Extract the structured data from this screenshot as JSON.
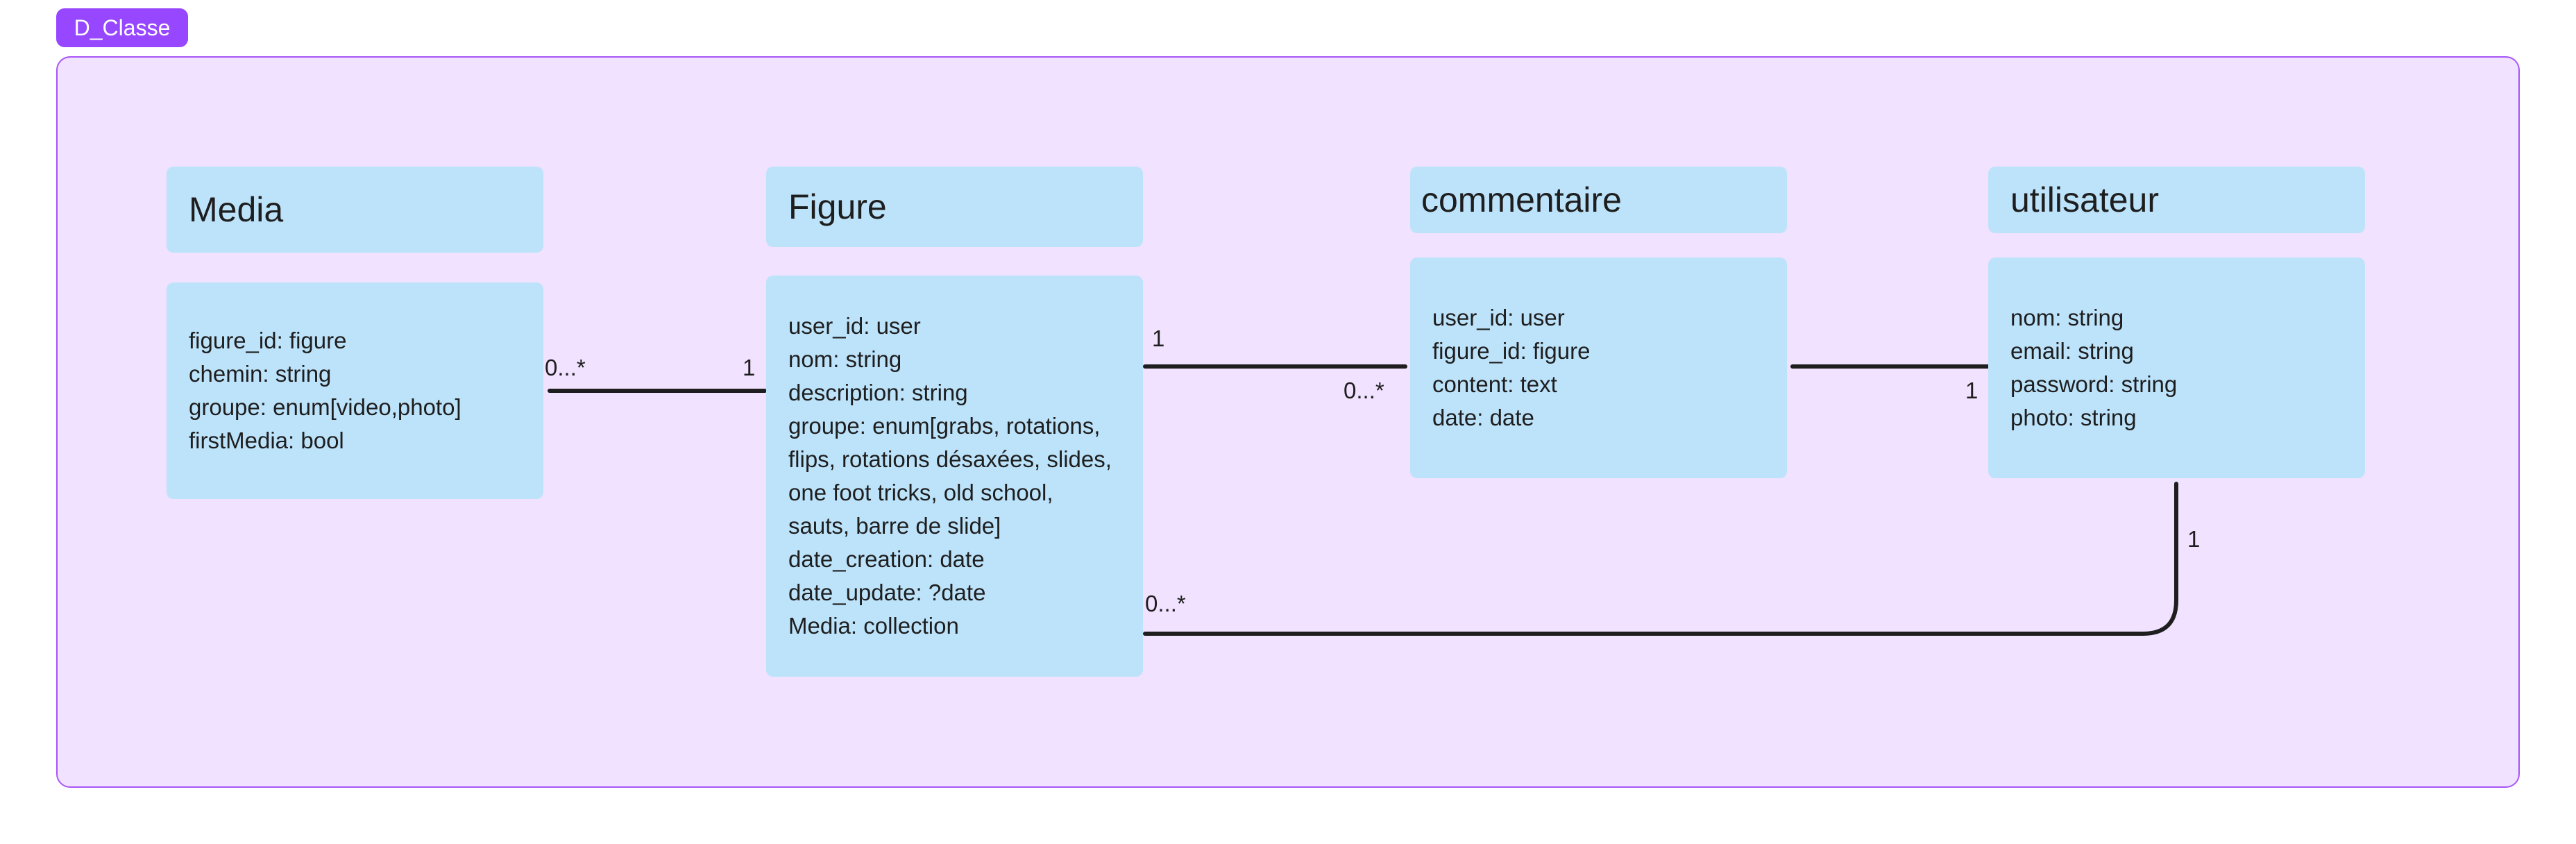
{
  "frame": {
    "label": "D_Classe"
  },
  "classes": {
    "media": {
      "title": "Media",
      "attributes": [
        "figure_id: figure",
        "chemin: string",
        "groupe: enum[video,photo]",
        "firstMedia: bool"
      ]
    },
    "figure": {
      "title": "Figure",
      "attributes": [
        "user_id: user",
        "nom: string",
        "description: string",
        "groupe: enum[grabs, rotations,",
        "flips, rotations désaxées, slides,",
        "one foot tricks, old school,",
        "sauts, barre de slide]",
        "date_creation: date",
        "date_update: ?date",
        "Media: collection"
      ]
    },
    "commentaire": {
      "title": "commentaire",
      "attributes": [
        "user_id: user",
        "figure_id: figure",
        "content: text",
        "date: date"
      ]
    },
    "utilisateur": {
      "title": "utilisateur",
      "attributes": [
        "nom: string",
        "email: string",
        "password: string",
        "photo: string"
      ]
    }
  },
  "multiplicities": {
    "media_figure_media_end": "0...*",
    "media_figure_figure_end": "1",
    "figure_commentaire_figure_end": "1",
    "figure_commentaire_commentaire_end": "0...*",
    "commentaire_utilisateur_utilisateur_end": "1",
    "figure_utilisateur_utilisateur_end": "1",
    "figure_utilisateur_figure_end": "0...*"
  },
  "colors": {
    "frame_fill": "#f1e2ff",
    "frame_border": "#a855f7",
    "label_fill": "#9747ff",
    "box_fill": "#bde3fb",
    "line": "#1e1e1e"
  }
}
